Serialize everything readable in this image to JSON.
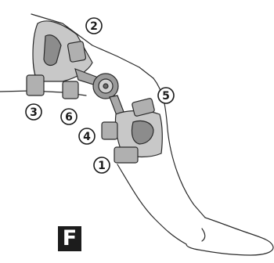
{
  "diagram": {
    "panel_letter": "F",
    "callouts": [
      {
        "label": "①",
        "component": "lower-strap"
      },
      {
        "label": "②",
        "component": "upper-thigh-strap"
      },
      {
        "label": "③",
        "component": "lower-thigh-strap"
      },
      {
        "label": "④",
        "component": "calf-strap"
      },
      {
        "label": "⑤",
        "component": "upper-shin-strap"
      },
      {
        "label": "⑥",
        "component": "thigh-strap-pad"
      }
    ],
    "colors": {
      "outline": "#2a2a2a",
      "frame": "#8c8c8c",
      "frame_light": "#c8c8c8",
      "strap": "#b0b0b0",
      "skin": "#ffffff"
    }
  }
}
